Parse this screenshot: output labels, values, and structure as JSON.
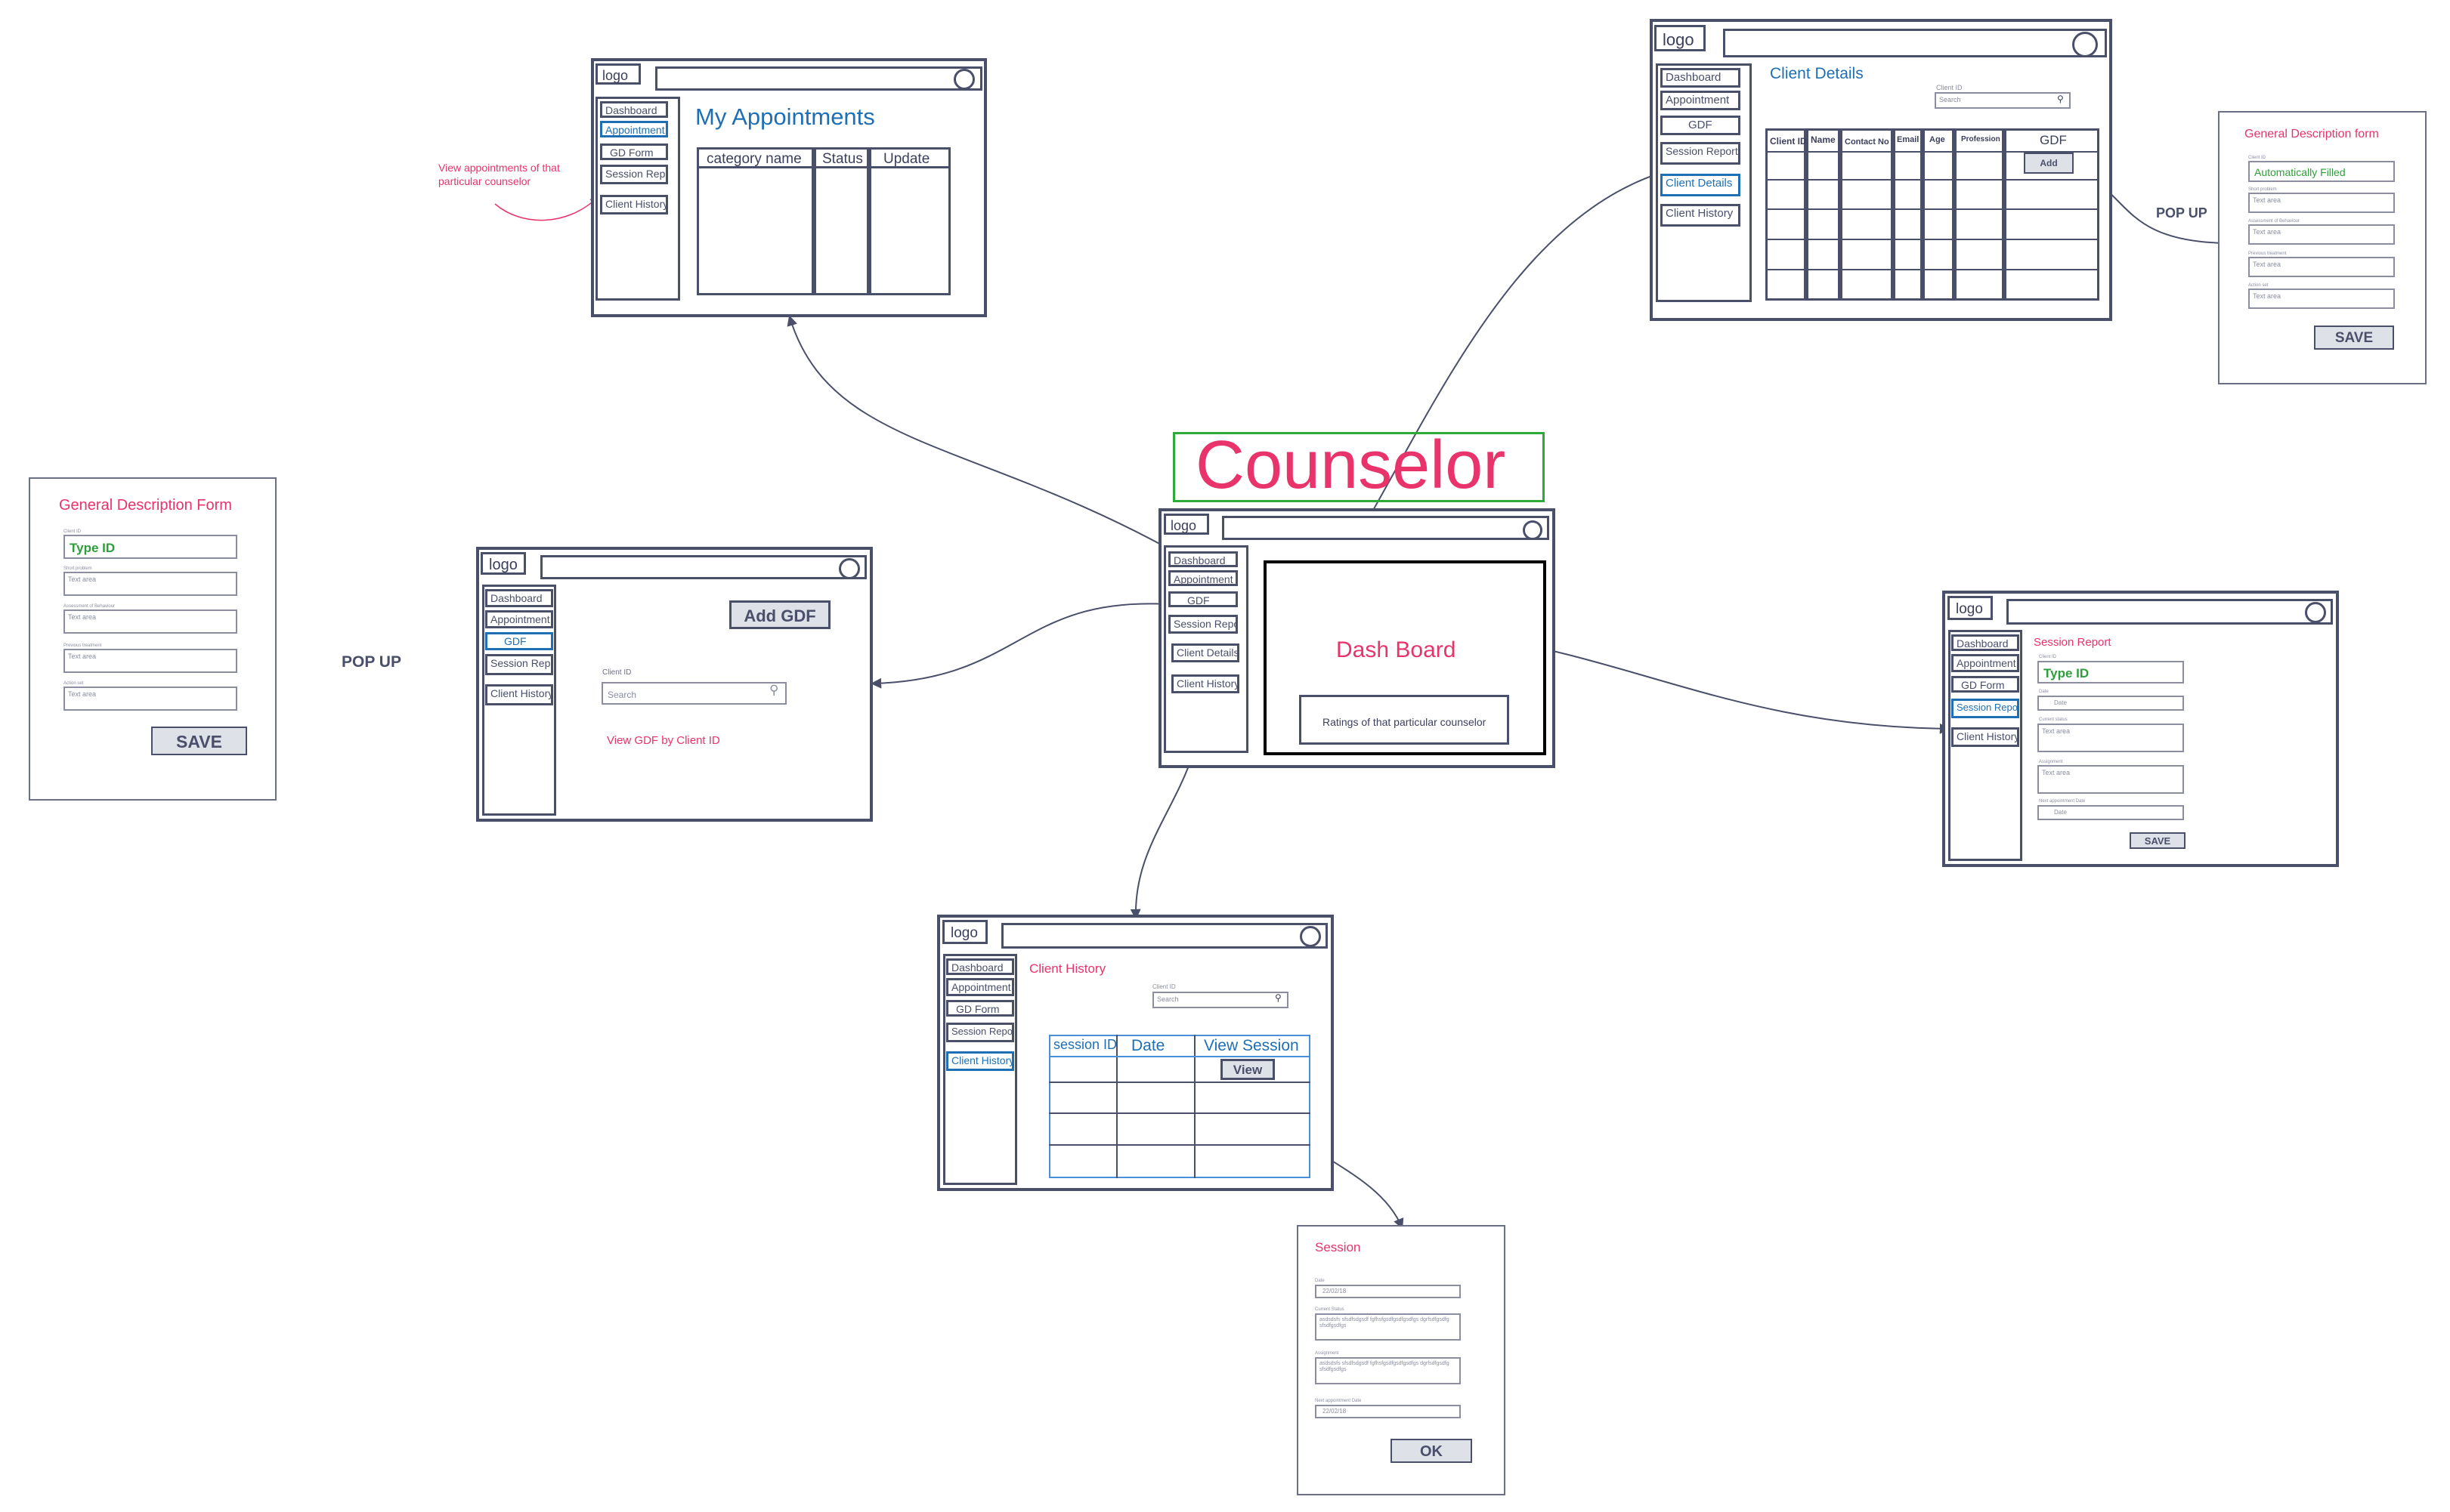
{
  "title": "Counselor",
  "popup": "POP UP",
  "logo": "logo",
  "nav": {
    "dashboard": "Dashboard",
    "appointment": "Appointment",
    "gdf": "GDF",
    "gd_form": "GD Form",
    "session_report": "Session Report",
    "client_details": "Client Details",
    "client_history": "Client History"
  },
  "dashboard": {
    "heading": "Dash Board",
    "ratings": "Ratings of that particular counselor"
  },
  "appointments": {
    "heading": "My Appointments",
    "columns": [
      "category name",
      "Status",
      "Update"
    ],
    "note": "View appointments of that particular counselor"
  },
  "client_details": {
    "heading": "Client Details",
    "search_label": "Client ID",
    "search_placeholder": "Search",
    "columns": [
      "Client ID",
      "Name",
      "Contact No",
      "Email",
      "Age",
      "Profession",
      "GDF"
    ],
    "add_button": "Add"
  },
  "gdf_page": {
    "add_button": "Add GDF",
    "search_label": "Client ID",
    "search_placeholder": "Search",
    "note": "View GDF by Client ID"
  },
  "gd_form_left": {
    "heading": "General Description Form",
    "field_labels": [
      "Client ID",
      "Short problem",
      "Assessment of Behaviour",
      "Previous treatment",
      "Action set"
    ],
    "first_value": "Type ID",
    "text_area": "Text area",
    "save": "SAVE"
  },
  "gd_form_right": {
    "heading": "General Description form",
    "field_labels": [
      "Client ID",
      "Short problem",
      "Assessment of Behaviour",
      "Previous treatment",
      "Action set"
    ],
    "first_value": "Automatically Filled",
    "text_area": "Text area",
    "save": "SAVE"
  },
  "session_report": {
    "heading": "Session Report",
    "field_labels": [
      "Client ID",
      "Date",
      "Current status",
      "Assignment",
      "Next appointment Date"
    ],
    "type_id": "Type ID",
    "date_placeholder": "Date",
    "text_area": "Text area",
    "save": "SAVE"
  },
  "client_history": {
    "heading": "Client History",
    "search_label": "Client ID",
    "search_placeholder": "Search",
    "columns": [
      "session ID",
      "Date",
      "View Session"
    ],
    "view_button": "View"
  },
  "session": {
    "heading": "Session",
    "field_labels": [
      "Date",
      "Current Status",
      "Assignment",
      "Next appointment Date"
    ],
    "date_value": "22/02/18",
    "status_text": "asdsdsfs sfsdfsdgsdf fgfhsfgsdfgsdfgsdfgs dgrfsdfgsdfg sfsdfgsdfgs",
    "assignment_text": "asdsdsfs sfsdfsdgsdf fgfhsfgsdfgsdfgsdfgs dgrfsdfgsdfg sfsdfgsdfgs",
    "next_date": "22/02/18",
    "ok": "OK"
  },
  "colors": {
    "accent_blue": "#1f6fb5",
    "accent_pink": "#e8336b",
    "accent_green": "#2e9e3a",
    "wire": "#4a4f6a"
  }
}
